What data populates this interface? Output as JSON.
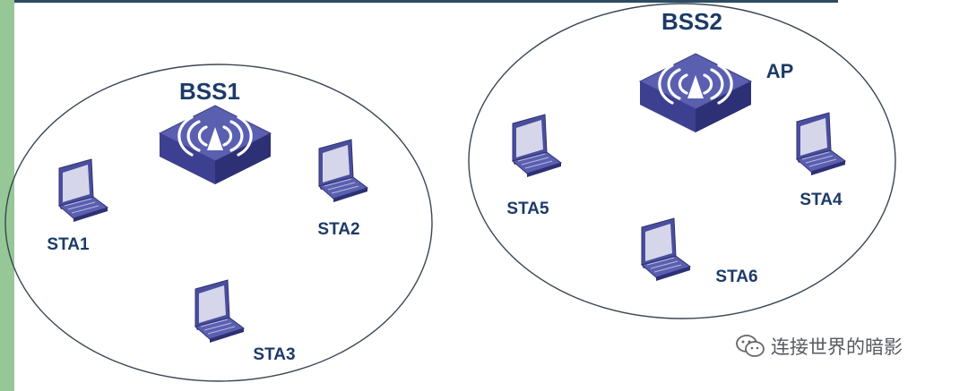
{
  "diagram": {
    "bss1": {
      "label": "BSS1",
      "stations": [
        "STA1",
        "STA2",
        "STA3"
      ]
    },
    "bss2": {
      "label": "BSS2",
      "ap_label": "AP",
      "stations": [
        "STA5",
        "STA4",
        "STA6"
      ]
    }
  },
  "watermark": {
    "text": "连接世界的暗影",
    "icon": "wechat-icon"
  },
  "colors": {
    "label": "#1c3a68",
    "ap_device": "#4a4e9e",
    "laptop": "#4a4e9e",
    "ellipse_stroke": "#3a4654",
    "left_strip": "#96c796"
  }
}
